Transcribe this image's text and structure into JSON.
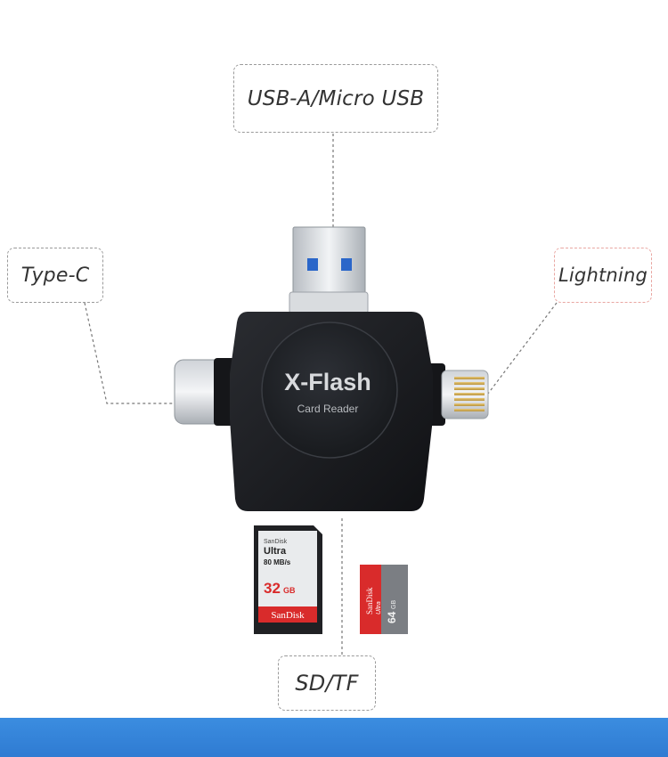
{
  "labels": {
    "usb": "USB-A/Micro USB",
    "type_c": "Type-C",
    "lightning": "Lightning",
    "sd_tf": "SD/TF"
  },
  "device": {
    "brand": "X-Flash",
    "subtitle": "Card Reader"
  },
  "sd_card": {
    "maker": "SanDisk",
    "line": "Ultra",
    "speed": "80 MB/s",
    "capacity": "32",
    "unit": "GB",
    "brand_strip": "SanDisk"
  },
  "micro_card": {
    "maker": "SanDisk",
    "line": "Ultra",
    "capacity": "64",
    "unit": "GB"
  },
  "colors": {
    "device_body": "#1b1d21",
    "sd_red": "#d92b2b",
    "label_border": "#9a9a9a",
    "band_blue": "#3585d8"
  }
}
